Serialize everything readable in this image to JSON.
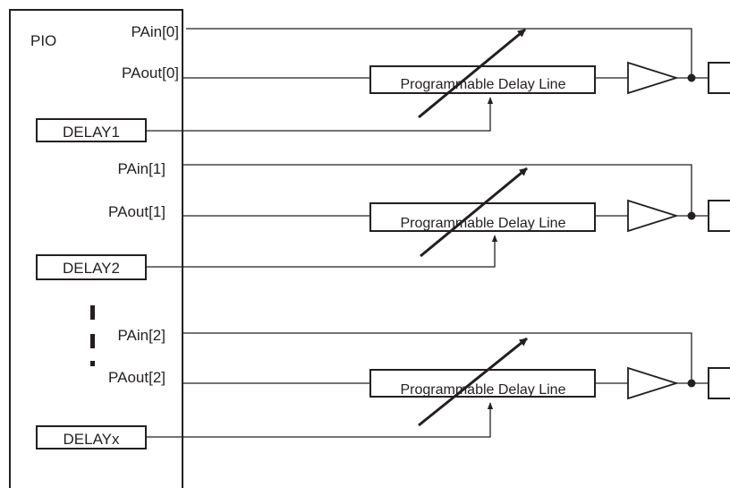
{
  "pio": {
    "title": "PIO"
  },
  "channels": [
    {
      "pain": "PAin[0]",
      "paout": "PAout[0]",
      "delay": "DELAY1",
      "delay_line": "Programmable Delay Line"
    },
    {
      "pain": "PAin[1]",
      "paout": "PAout[1]",
      "delay": "DELAY2",
      "delay_line": "Programmable Delay Line"
    },
    {
      "pain": "PAin[2]",
      "paout": "PAout[2]",
      "delay": "DELAYx",
      "delay_line": "Programmable Delay Line"
    }
  ],
  "colors": {
    "line": "#231f20",
    "background": "#ffffff"
  },
  "icons": {
    "buffer": "buffer-triangle-icon",
    "arrow": "variable-arrow-icon",
    "junction": "junction-dot-icon"
  }
}
